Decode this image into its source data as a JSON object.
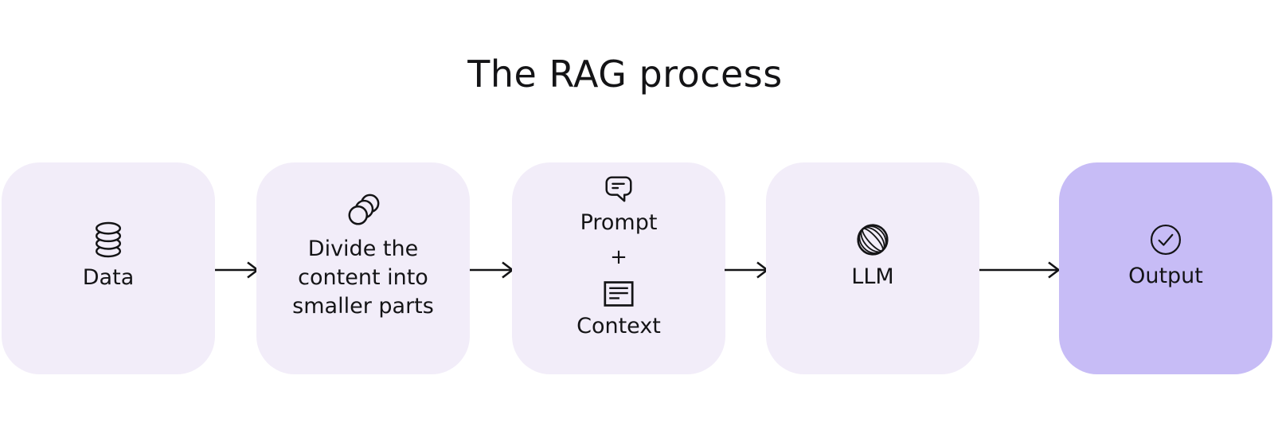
{
  "title": "The RAG process",
  "colors": {
    "step_background": "#F2EDF9",
    "highlight_background": "#C7BCF6",
    "ink": "#141416",
    "page_background": "#FFFFFF"
  },
  "diagram": {
    "type": "flow",
    "direction": "left-to-right",
    "connector": "arrow"
  },
  "steps": [
    {
      "name": "data",
      "label": "Data",
      "icon": "database-icon",
      "highlighted": false
    },
    {
      "name": "chunking",
      "lines": [
        "Divide the",
        "content into",
        "smaller parts"
      ],
      "icon": "chunks-icon",
      "highlighted": false
    },
    {
      "name": "prompt-context",
      "prompt_label": "Prompt",
      "plus": "+",
      "context_label": "Context",
      "icons": [
        "speech-bubble-icon",
        "document-icon"
      ],
      "highlighted": false
    },
    {
      "name": "llm",
      "label": "LLM",
      "icon": "sphere-icon",
      "highlighted": false
    },
    {
      "name": "output",
      "label": "Output",
      "icon": "check-circle-icon",
      "highlighted": true
    }
  ]
}
